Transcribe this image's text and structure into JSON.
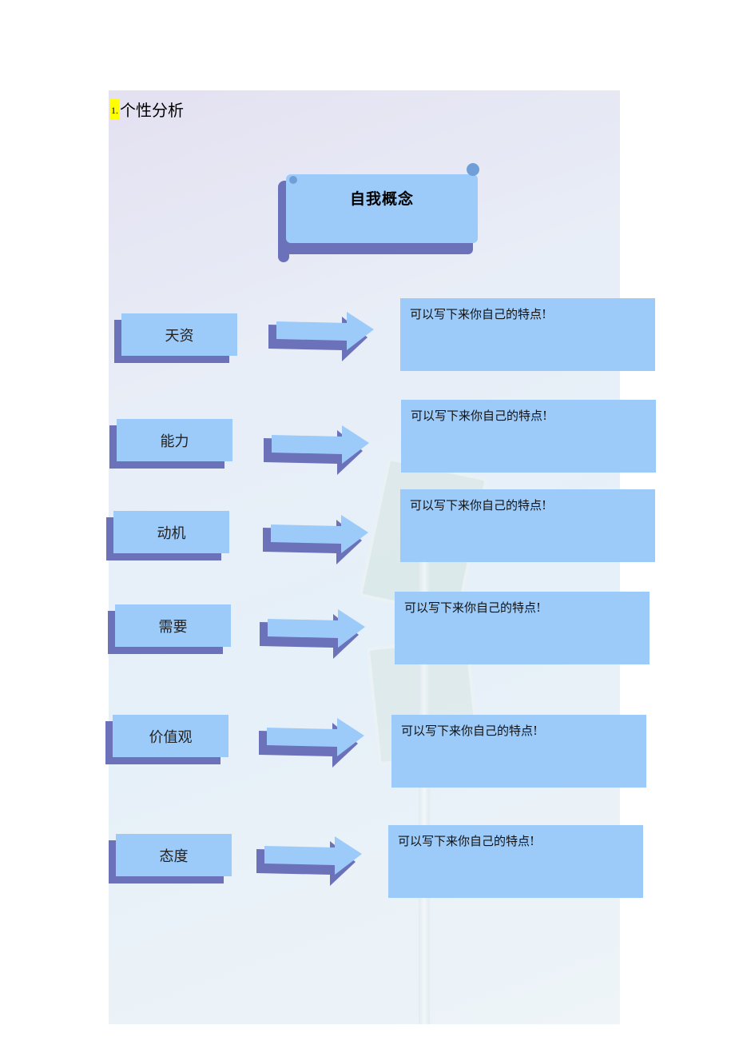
{
  "heading": {
    "number": "1.",
    "title": "个性分析"
  },
  "concept": {
    "title": "自我概念"
  },
  "rows": [
    {
      "label": "天资",
      "hint": "可以写下来你自己的特点!"
    },
    {
      "label": "能力",
      "hint": "可以写下来你自己的特点!"
    },
    {
      "label": "动机",
      "hint": "可以写下来你自己的特点!"
    },
    {
      "label": "需要",
      "hint": "可以写下来你自己的特点!"
    },
    {
      "label": "价值观",
      "hint": "可以写下来你自己的特点!"
    },
    {
      "label": "态度",
      "hint": "可以写下来你自己的特点!"
    }
  ],
  "colors": {
    "box": "#9ccbfa",
    "shadow": "#6b72b9",
    "highlight": "#ffff00"
  }
}
